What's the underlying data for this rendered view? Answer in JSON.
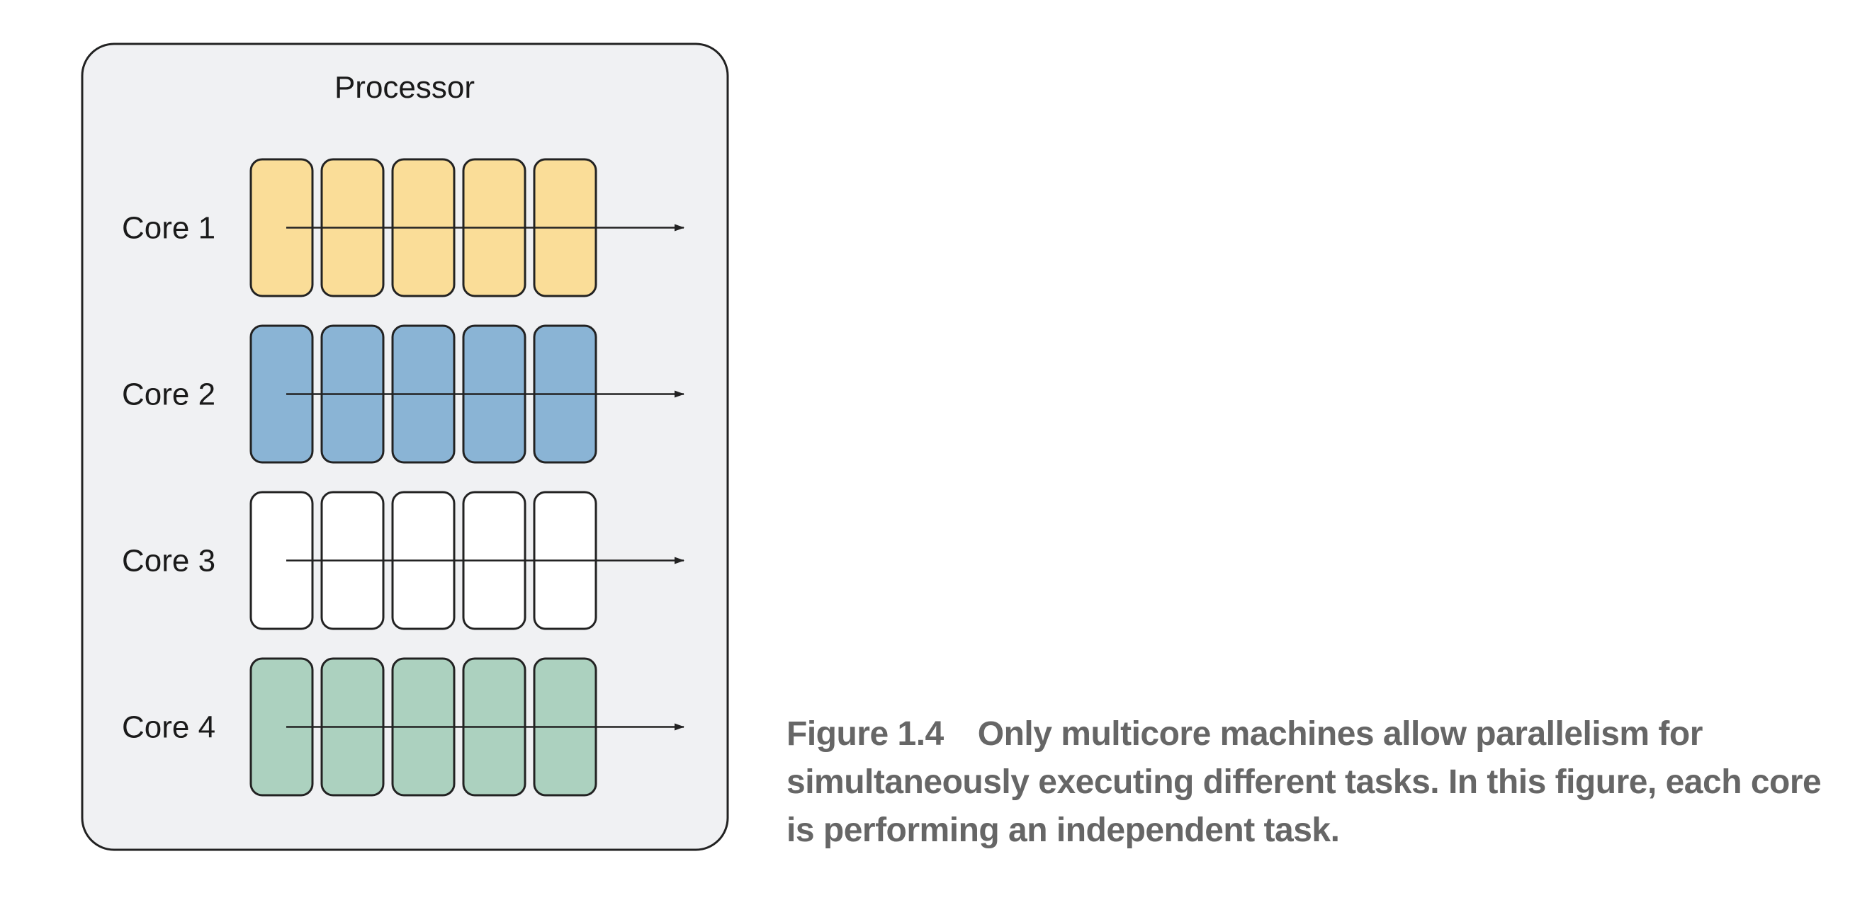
{
  "processor": {
    "title": "Processor"
  },
  "cores": [
    {
      "label": "Core 1",
      "color": "#fadd98"
    },
    {
      "label": "Core 2",
      "color": "#8ab4d5"
    },
    {
      "label": "Core 3",
      "color": "#ffffff"
    },
    {
      "label": "Core 4",
      "color": "#acd1bf"
    }
  ],
  "tasks_per_core": 5,
  "colors": {
    "panel_fill": "#f0f1f3",
    "stroke": "#222222",
    "caption": "#666666"
  },
  "caption": {
    "figure_number": "Figure 1.4",
    "text": "Only multicore machines allow parallelism for simultaneously executing different tasks. In this figure, each core is performing an independent task."
  }
}
